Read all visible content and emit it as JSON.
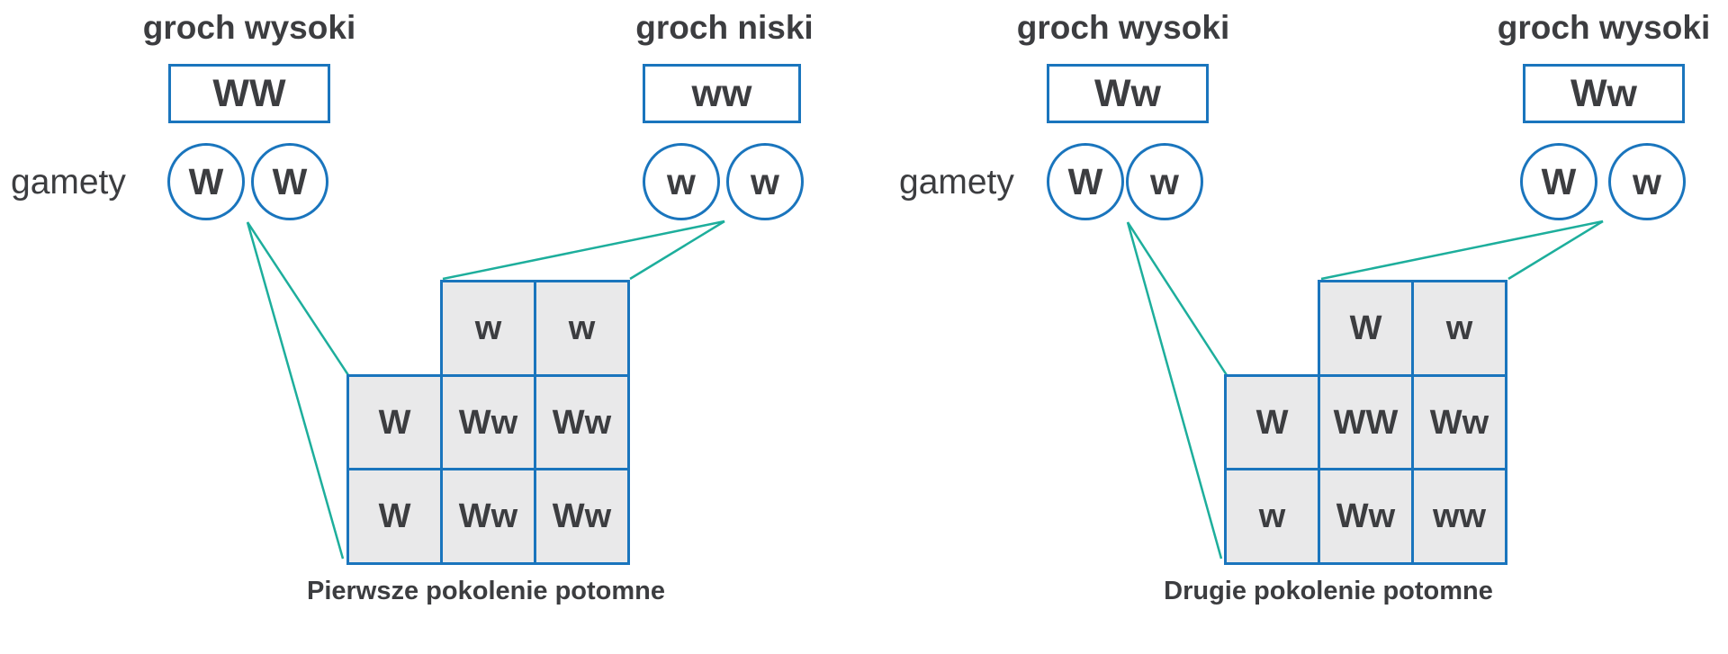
{
  "colors": {
    "blue_outline": "#1a75bd",
    "teal_connector": "#1dae9c",
    "cell_background": "#e9e9ea",
    "text_ink": "#3c3d40"
  },
  "gametes_label": "gamety",
  "diagrams": [
    {
      "id": "first-cross",
      "caption": "Pierwsze pokolenie potomne",
      "parents": [
        {
          "name": "groch wysoki",
          "genotype": "WW",
          "gametes": [
            "W",
            "W"
          ]
        },
        {
          "name": "groch niski",
          "genotype": "ww",
          "gametes": [
            "w",
            "w"
          ]
        }
      ],
      "punnett": {
        "col_headers": [
          "w",
          "w"
        ],
        "rows": [
          {
            "label": "W",
            "cells": [
              "Ww",
              "Ww"
            ]
          },
          {
            "label": "W",
            "cells": [
              "Ww",
              "Ww"
            ]
          }
        ]
      }
    },
    {
      "id": "second-cross",
      "caption": "Drugie pokolenie potomne",
      "parents": [
        {
          "name": "groch wysoki",
          "genotype": "Ww",
          "gametes": [
            "W",
            "w"
          ]
        },
        {
          "name": "groch wysoki",
          "genotype": "Ww",
          "gametes": [
            "W",
            "w"
          ]
        }
      ],
      "punnett": {
        "col_headers": [
          "W",
          "w"
        ],
        "rows": [
          {
            "label": "W",
            "cells": [
              "WW",
              "Ww"
            ]
          },
          {
            "label": "w",
            "cells": [
              "Ww",
              "ww"
            ]
          }
        ]
      }
    }
  ]
}
